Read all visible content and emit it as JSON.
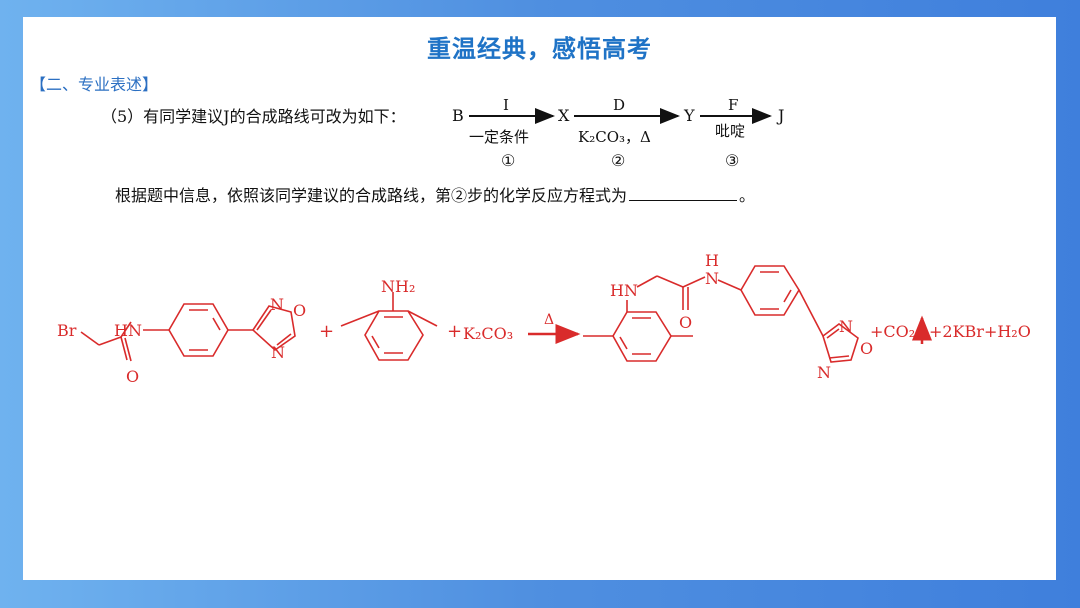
{
  "page": {
    "title": "重温经典，感悟高考",
    "section": "【二、专业表述】",
    "question_lead": "（5）有同学建议J的合成路线可改为如下：",
    "question_main": "根据题中信息，依照该同学建议的合成路线，第②步的化学反应方程式为",
    "question_end": "。"
  },
  "route": {
    "nodes": [
      "B",
      "X",
      "Y",
      "J"
    ],
    "step1": {
      "above": "I",
      "below": "一定条件",
      "num": "①"
    },
    "step2": {
      "above": "D",
      "below": "K₂CO₃，Δ",
      "num": "②"
    },
    "step3": {
      "above": "F",
      "below": "吡啶",
      "num": "③"
    }
  },
  "equation": {
    "reactant1_atoms": [
      "Br",
      "HN",
      "O",
      "N",
      "O",
      "N"
    ],
    "plus": "+",
    "reactant2_atoms": [
      "NH₂"
    ],
    "reagent": "K₂CO₃",
    "condition": "Δ",
    "product_atoms": [
      "HN",
      "H",
      "N",
      "O",
      "N",
      "O",
      "N"
    ],
    "byproducts": [
      "+CO₂",
      "+2KBr+H₂O"
    ]
  },
  "colors": {
    "answer": "#d92b2b",
    "title": "#1f73c6",
    "frame": "#4f8fe0"
  }
}
